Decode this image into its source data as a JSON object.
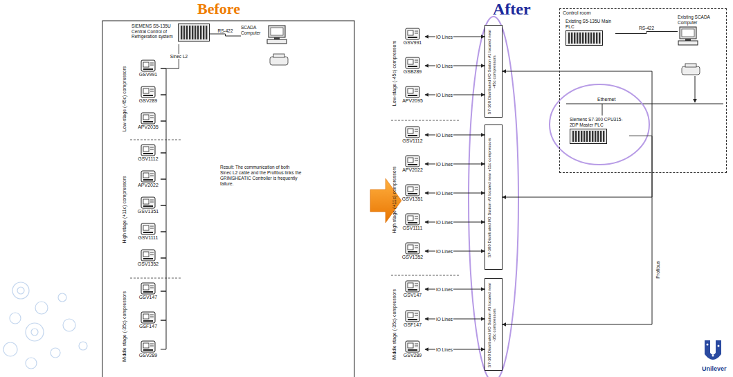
{
  "diagram": {
    "nodes": [
      {
        "text": [
          "SIEMENS S5-135U Central Control of Refrigeration system"
        ]
      },
      {
        "text": [
          "SCADA Computer"
        ]
      },
      {
        "text": [
          "GSV991"
        ]
      },
      {
        "text": [
          "GSV289"
        ]
      },
      {
        "text": [
          "APV2035"
        ]
      },
      {
        "text": [
          "GSV1112"
        ]
      },
      {
        "text": [
          "APV2022"
        ]
      },
      {
        "text": [
          "GSV1351"
        ]
      },
      {
        "text": [
          "GSV1111"
        ]
      },
      {
        "text": [
          "GSV1352"
        ]
      },
      {
        "text": [
          "GSV147"
        ]
      },
      {
        "text": [
          "GSF147"
        ]
      },
      {
        "text": [
          "GSV289"
        ]
      },
      {
        "text": [
          "GSV991"
        ]
      },
      {
        "text": [
          "GSB289"
        ]
      },
      {
        "text": [
          "APV2095"
        ]
      },
      {
        "text": [
          "GSV1112"
        ]
      },
      {
        "text": [
          "APV2022"
        ]
      },
      {
        "text": [
          "GSV1351"
        ]
      },
      {
        "text": [
          "GSV1111"
        ]
      },
      {
        "text": [
          "GSV1352"
        ]
      },
      {
        "text": [
          "GSV147"
        ]
      },
      {
        "text": [
          "GSF147"
        ]
      },
      {
        "text": [
          "GSV289"
        ]
      },
      {
        "text": [
          "S7-300 Distributed I/O Station #1 located near -45c compressors"
        ]
      },
      {
        "text": [
          "S7-300 Distributed I/O Station #2 located near +11c compressors"
        ]
      },
      {
        "text": [
          "S7-300 Distributed I/O Station #3 located near -35c compressors"
        ]
      },
      {
        "text": [
          "Control room"
        ]
      },
      {
        "text": [
          "Existing S5-135U Main PLC"
        ],
        "in": 27
      },
      {
        "text": [
          "Existing SCADA Computer"
        ],
        "in": 27
      },
      {
        "text": [
          "Siemens S7-300 CPU315-2DP Master PLC"
        ],
        "in": 27
      }
    ],
    "edges": [
      {
        "from": 0,
        "to": 1,
        "label": "RS-422",
        "arrow": "none"
      },
      {
        "from": 0,
        "to": 2,
        "label": "Sinec L2",
        "arrow": "none"
      },
      {
        "from": 2,
        "to": 3,
        "arrow": "none"
      },
      {
        "from": 3,
        "to": 4,
        "arrow": "none"
      },
      {
        "from": 4,
        "to": 5,
        "arrow": "none"
      },
      {
        "from": 5,
        "to": 6,
        "arrow": "none"
      },
      {
        "from": 6,
        "to": 7,
        "arrow": "none"
      },
      {
        "from": 7,
        "to": 8,
        "arrow": "none"
      },
      {
        "from": 8,
        "to": 9,
        "arrow": "none"
      },
      {
        "from": 9,
        "to": 10,
        "arrow": "none"
      },
      {
        "from": 10,
        "to": 11,
        "arrow": "none"
      },
      {
        "from": 11,
        "to": 12,
        "arrow": "none"
      },
      {
        "from": 13,
        "to": 24,
        "label": "IO Lines",
        "arrow": "both"
      },
      {
        "from": 14,
        "to": 24,
        "label": "IO Lines",
        "arrow": "both"
      },
      {
        "from": 15,
        "to": 24,
        "label": "IO Lines",
        "arrow": "both"
      },
      {
        "from": 16,
        "to": 25,
        "label": "IO Lines",
        "arrow": "both"
      },
      {
        "from": 17,
        "to": 25,
        "label": "IO Lines",
        "arrow": "both"
      },
      {
        "from": 18,
        "to": 25,
        "label": "IO Lines",
        "arrow": "both"
      },
      {
        "from": 19,
        "to": 25,
        "label": "IO Lines",
        "arrow": "both"
      },
      {
        "from": 20,
        "to": 25,
        "label": "IO Lines",
        "arrow": "both"
      },
      {
        "from": 21,
        "to": 26,
        "label": "IO Lines",
        "arrow": "both"
      },
      {
        "from": 22,
        "to": 26,
        "label": "IO Lines",
        "arrow": "both"
      },
      {
        "from": 23,
        "to": 26,
        "label": "IO Lines",
        "arrow": "both"
      },
      {
        "from": 28,
        "to": 29,
        "label": "RS-422",
        "arrow": "none"
      },
      {
        "from": 30,
        "to": 24,
        "arrow": "to"
      },
      {
        "from": 30,
        "to": 25,
        "arrow": "to"
      },
      {
        "from": 30,
        "to": 26,
        "arrow": "to"
      }
    ],
    "labels": [
      "Before",
      "After",
      "Low-stage (-45c) compressors",
      "High stage (+11c) compressors",
      "Middle stage (-35c) compressors",
      "Result: The communication of both Sinec L2 cable and the Profibus links the GRIMSHEATIC Controller is frequently failure.",
      "Low-stage (-45c) compressors",
      "High stage (+11c) compressors",
      "Middle stage (-35c) compressors",
      "Ethernet",
      "Profibus",
      "Unilever"
    ]
  }
}
